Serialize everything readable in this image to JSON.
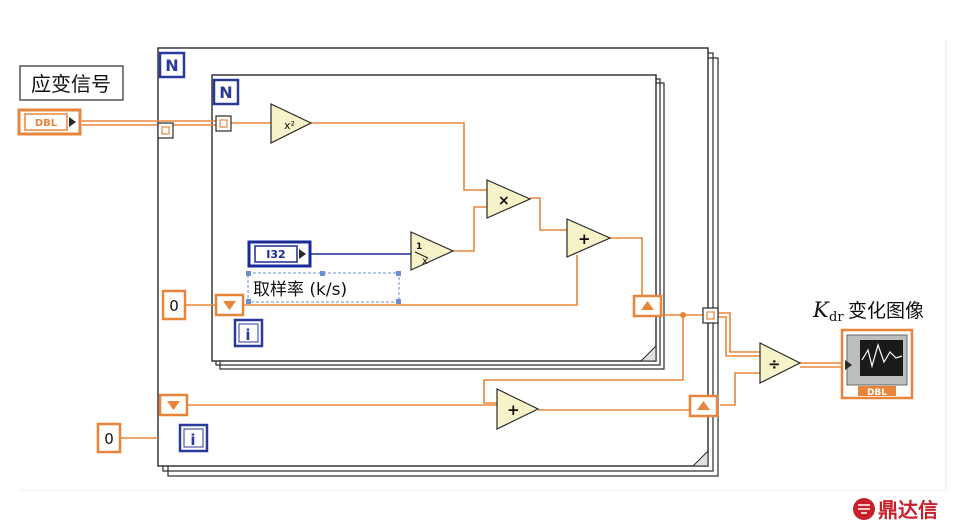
{
  "labels": {
    "strain_signal": "应变信号",
    "dbl_input": "DBL",
    "for_loop_count": "N",
    "iteration_terminal": "i",
    "square_fn": "x²",
    "reciprocal_fn_num": "1",
    "reciprocal_fn_den": "x",
    "multiply": "×",
    "add": "+",
    "divide": "÷",
    "i32_control": "I32",
    "sampling_rate": "取样率 (k/s)",
    "zero_const": "0",
    "graph_title_main": "K",
    "graph_title_sub": "dr",
    "graph_title_rest": "变化图像",
    "graph_dbl": "DBL",
    "watermark": "鼎达信"
  },
  "colors": {
    "wire_dbl": "#e8853a",
    "wire_i32": "#1a2a9a",
    "loop_border": "#2a2a2a",
    "loop_label": "#2a3a9a",
    "function_fill": "#f6f3c8"
  }
}
